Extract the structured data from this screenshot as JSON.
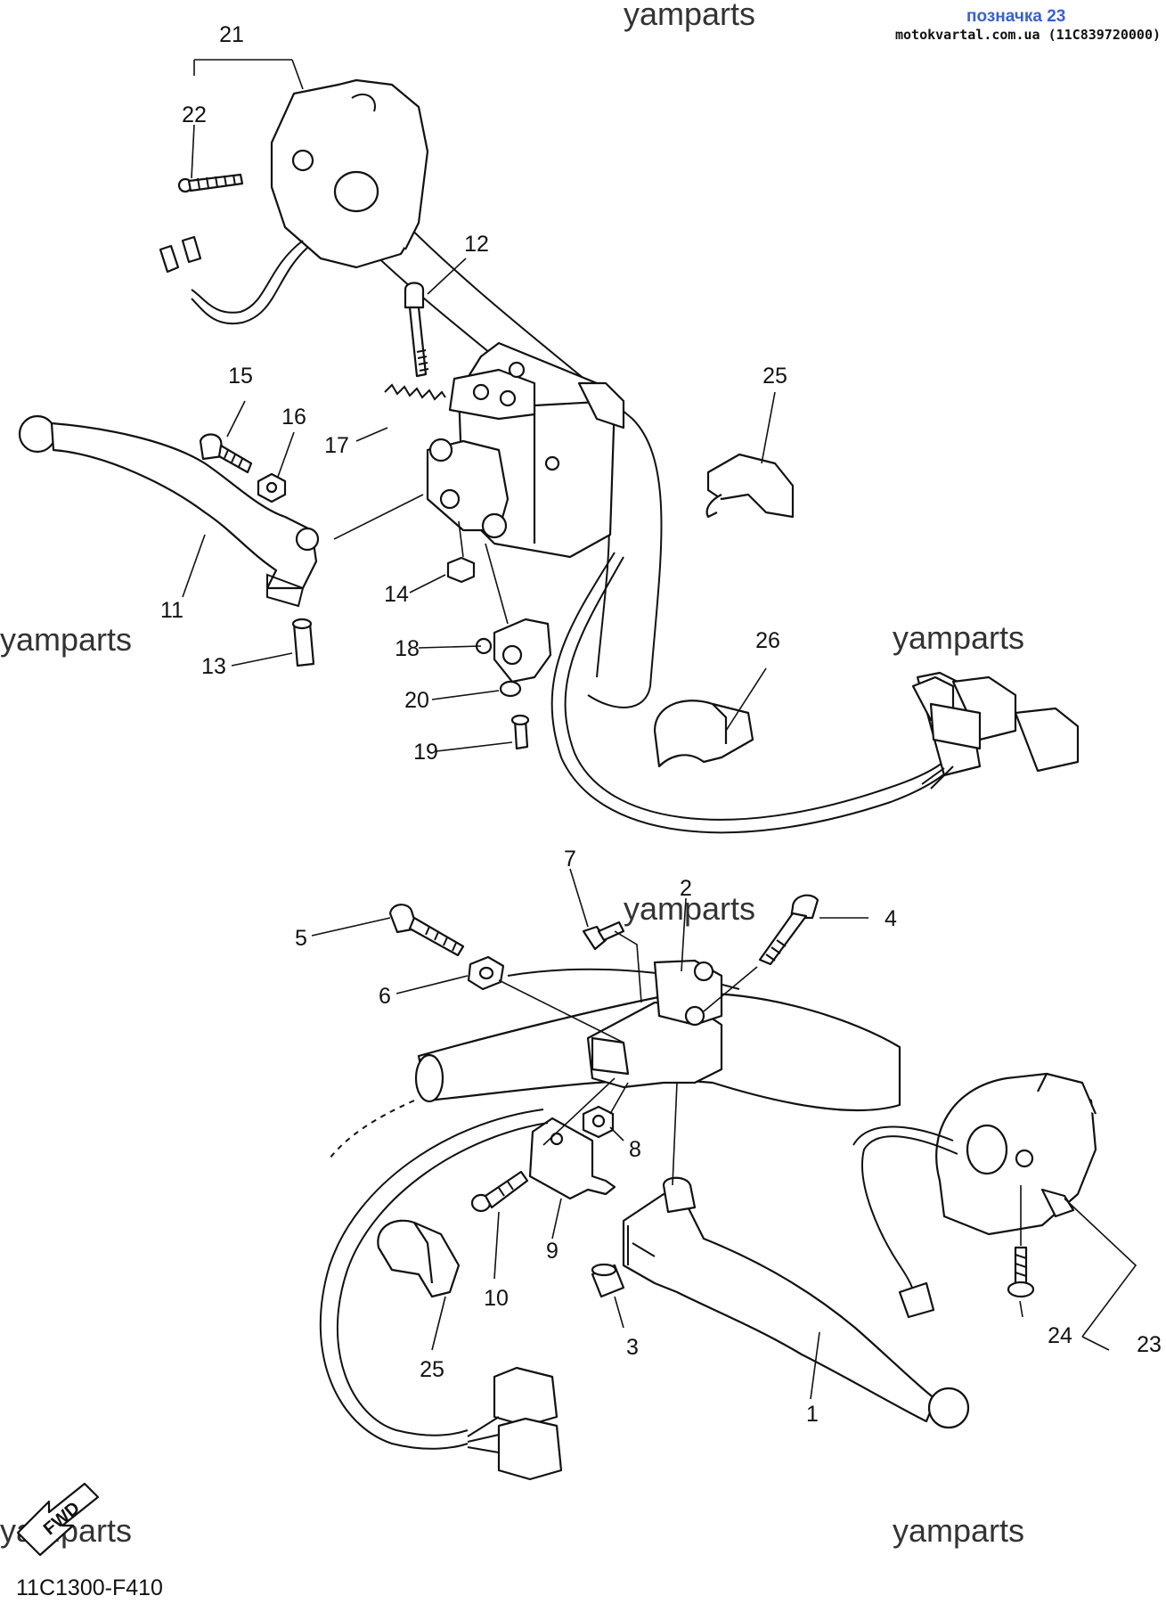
{
  "header": {
    "label": "позначка 23",
    "source": "motokvartal.com.ua (11C839720000)"
  },
  "watermarks": [
    "yamparts",
    "yamparts",
    "yamparts",
    "yamparts",
    "yamparts",
    "yamparts"
  ],
  "callouts": {
    "c1": "1",
    "c2": "2",
    "c3": "3",
    "c4": "4",
    "c5": "5",
    "c6": "6",
    "c7": "7",
    "c8": "8",
    "c9": "9",
    "c10": "10",
    "c11": "11",
    "c12": "12",
    "c13": "13",
    "c14": "14",
    "c15": "15",
    "c16": "16",
    "c17": "17",
    "c18": "18",
    "c19": "19",
    "c20": "20",
    "c21": "21",
    "c22": "22",
    "c23": "23",
    "c24": "24",
    "c25a": "25",
    "c25b": "25",
    "c26": "26"
  },
  "fwd_label": "FWD",
  "diagram_code": "11C1300-F410"
}
